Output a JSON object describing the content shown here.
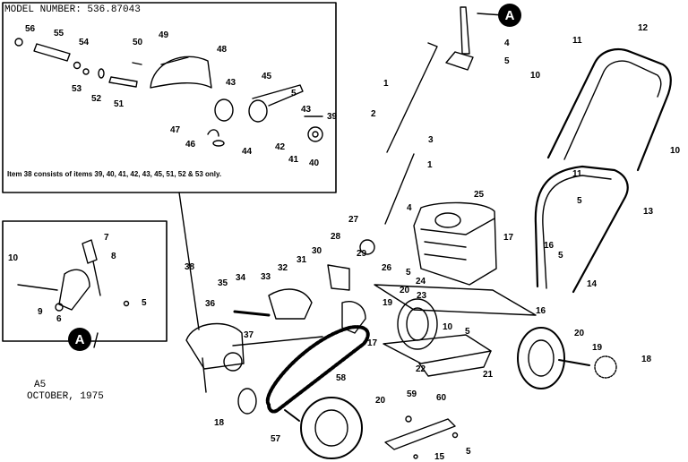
{
  "header": {
    "model_number": "MODEL NUMBER: 536.87043"
  },
  "footer": {
    "code": "A5",
    "date": "OCTOBER, 1975"
  },
  "inset_note": "Item 38 consists of items 39, 40, 41, 42, 43, 45, 51, 52 & 53 only.",
  "callout_letter": "A",
  "part_labels": {
    "p56": "56",
    "p55": "55",
    "p54": "54",
    "p53": "53",
    "p52": "52",
    "p51": "51",
    "p50": "50",
    "p49": "49",
    "p48": "48",
    "p45": "45",
    "p43a": "43",
    "p43b": "43",
    "p5_inset": "5",
    "p39": "39",
    "p47": "47",
    "p46": "46",
    "p44": "44",
    "p42": "42",
    "p41": "41",
    "p40": "40",
    "p7": "7",
    "p8": "8",
    "p10_a": "10",
    "p9": "9",
    "p6": "6",
    "p5_a": "5",
    "p4a": "4",
    "p5b": "5",
    "p1a": "1",
    "p2": "2",
    "p3": "3",
    "p1b": "1",
    "p4b": "4",
    "p11a": "11",
    "p12": "12",
    "p10a": "10",
    "p10b": "10",
    "p11b": "11",
    "p5c": "5",
    "p13": "13",
    "p25": "25",
    "p27": "27",
    "p28": "28",
    "p26": "26",
    "p29": "29",
    "p17a": "17",
    "p5d": "5",
    "p16a": "16",
    "p5e": "5",
    "p14": "14",
    "p16b": "16",
    "p38": "38",
    "p35": "35",
    "p34": "34",
    "p33": "33",
    "p32": "32",
    "p31": "31",
    "p30": "30",
    "p24": "24",
    "p23": "23",
    "p20a": "20",
    "p36": "36",
    "p19a": "19",
    "p17b": "17",
    "p10c": "10",
    "p5f": "5",
    "p37": "37",
    "p22": "22",
    "p21": "21",
    "p20b": "20",
    "p19b": "19",
    "p18a": "18",
    "p58": "58",
    "p18b": "18",
    "p20c": "20",
    "p59": "59",
    "p60": "60",
    "p57": "57",
    "p5g": "5",
    "p15": "15"
  }
}
